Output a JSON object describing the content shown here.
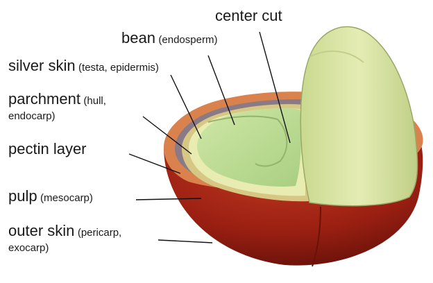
{
  "labels": {
    "center_cut": "center cut",
    "bean": {
      "main": "bean",
      "sub": "(endosperm)"
    },
    "silver_skin": {
      "main": "silver skin",
      "sub": "(testa, epidermis)"
    },
    "parchment": {
      "main": "parchment",
      "sub": "(hull,",
      "line2": "endocarp)"
    },
    "pectin_layer": "pectin layer",
    "pulp": {
      "main": "pulp",
      "sub": "(mesocarp)"
    },
    "outer_skin": {
      "main": "outer skin",
      "sub": "(pericarp,",
      "line2": "exocarp)"
    }
  },
  "colors": {
    "outer_skin": "#9a1f12",
    "pulp": "#d9824e",
    "pectin": "#8a7a85",
    "parchment": "#d6c784",
    "silver_skin": "#e9ecb0",
    "bean": "#bcdc92",
    "bean_half": "#dce8a6"
  }
}
